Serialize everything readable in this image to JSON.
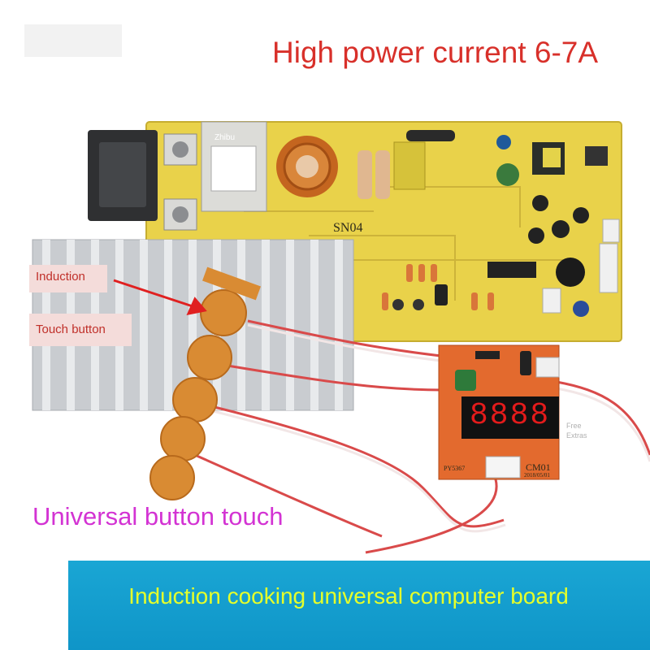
{
  "headline": "High power current 6-7A",
  "callouts": {
    "induction": "Induction",
    "touch_button": "Touch button"
  },
  "universal_caption": "Universal button touch",
  "banner": {
    "text": "Induction cooking universal computer board",
    "color": "#1aa6d4"
  },
  "board_markings": {
    "transformer_label": "Zhibu",
    "main_board_model": "SN04",
    "display_board_model": "CM01",
    "display_board_date": "2018/05/01",
    "display_board_code": "PY5367",
    "display_digits": "8888",
    "watermark": "Free Extras"
  },
  "colors": {
    "pcb_yellow": "#e9d24a",
    "heatsink_silver": "#c9ccd0",
    "display_board_orange": "#e36a2e",
    "touch_pad_orange": "#d98b33"
  }
}
